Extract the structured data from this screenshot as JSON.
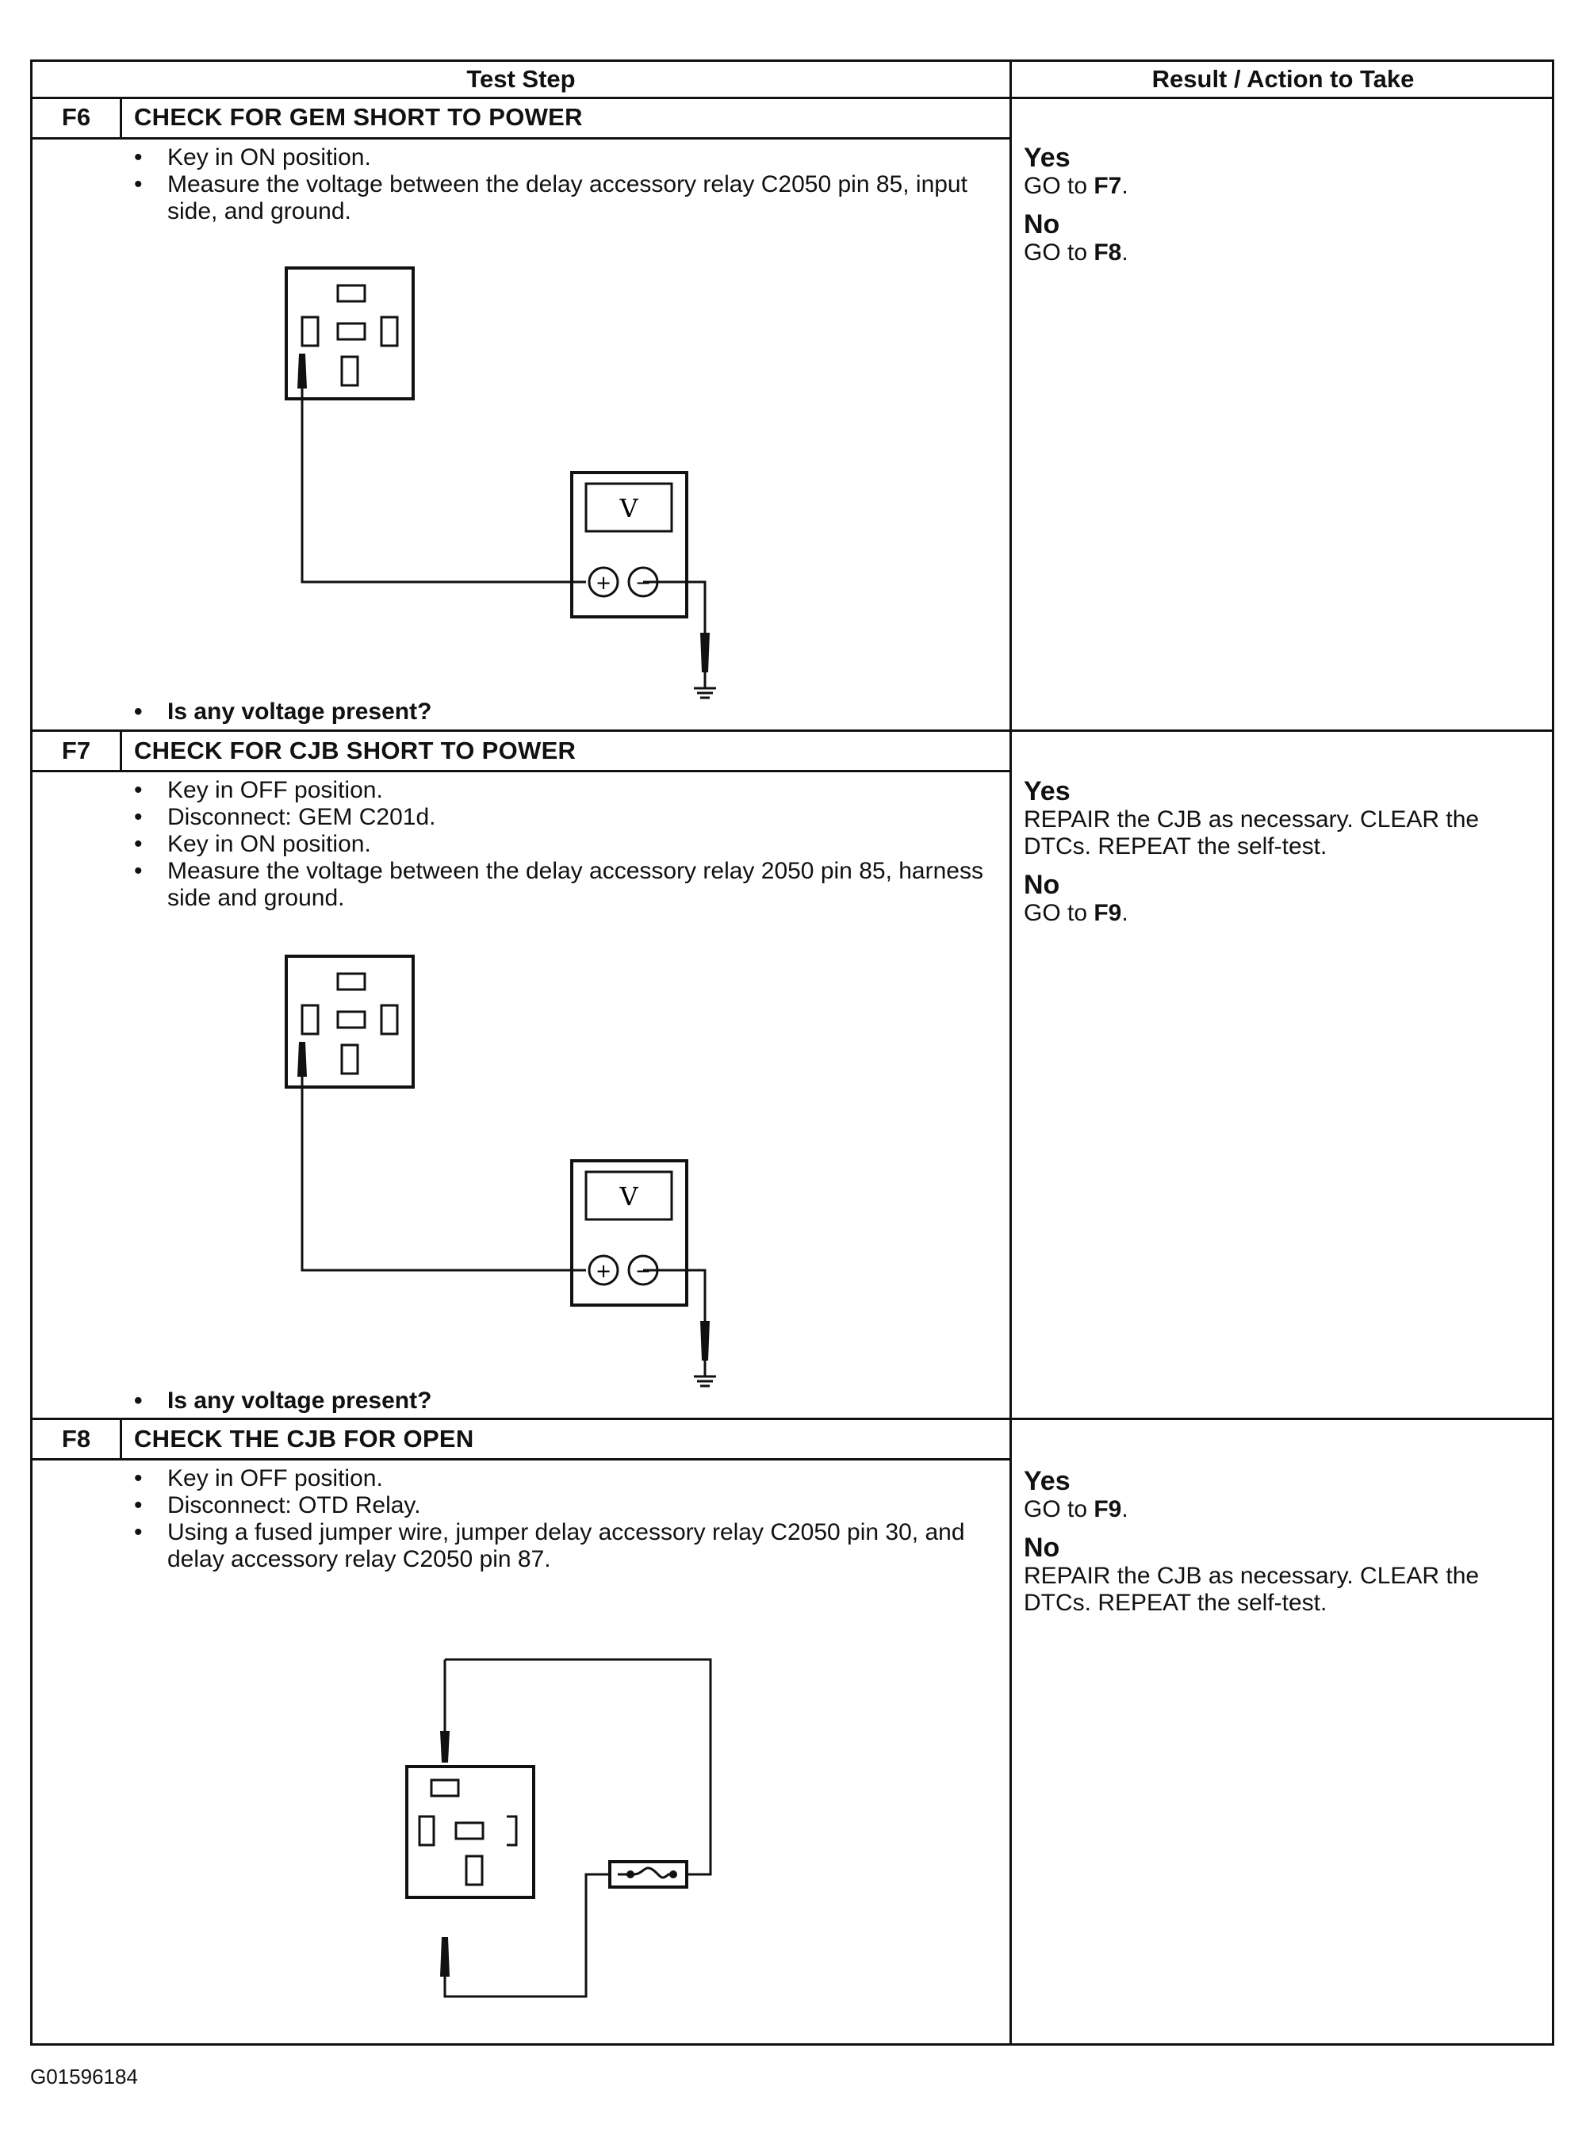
{
  "table": {
    "headers": {
      "test_step": "Test Step",
      "result": "Result / Action to Take"
    },
    "steps": [
      {
        "id": "F6",
        "title": "CHECK FOR GEM SHORT TO POWER",
        "bullets": [
          "Key in ON position.",
          "Measure the voltage between the delay accessory relay C2050 pin 85, input side, and ground."
        ],
        "question": "Is any voltage present?",
        "yes_label": "Yes",
        "yes_prefix": "GO to ",
        "yes_ref": "F7",
        "yes_suffix": ".",
        "no_label": "No",
        "no_prefix": "GO to ",
        "no_ref": "F8",
        "no_suffix": "."
      },
      {
        "id": "F7",
        "title": "CHECK FOR CJB SHORT TO POWER",
        "bullets": [
          "Key in OFF position.",
          "Disconnect: GEM C201d.",
          "Key in ON position.",
          "Measure the voltage between the delay accessory relay 2050 pin 85, harness side and ground."
        ],
        "question": "Is any voltage present?",
        "yes_label": "Yes",
        "yes_text": "REPAIR the CJB as necessary. CLEAR the DTCs. REPEAT the self-test.",
        "no_label": "No",
        "no_prefix": "GO to ",
        "no_ref": "F9",
        "no_suffix": "."
      },
      {
        "id": "F8",
        "title": "CHECK THE CJB FOR OPEN",
        "bullets": [
          "Key in OFF position.",
          "Disconnect: OTD Relay.",
          "Using a fused jumper wire, jumper delay accessory relay C2050 pin 30, and delay accessory relay C2050 pin 87."
        ],
        "yes_label": "Yes",
        "yes_prefix": "GO to ",
        "yes_ref": "F9",
        "yes_suffix": ".",
        "no_label": "No",
        "no_text": "REPAIR the CJB as necessary. CLEAR the DTCs. REPEAT the self-test."
      }
    ]
  },
  "meter_symbol": "V",
  "plus_symbol": "+",
  "minus_symbol": "−",
  "figure_id": "G01596184"
}
